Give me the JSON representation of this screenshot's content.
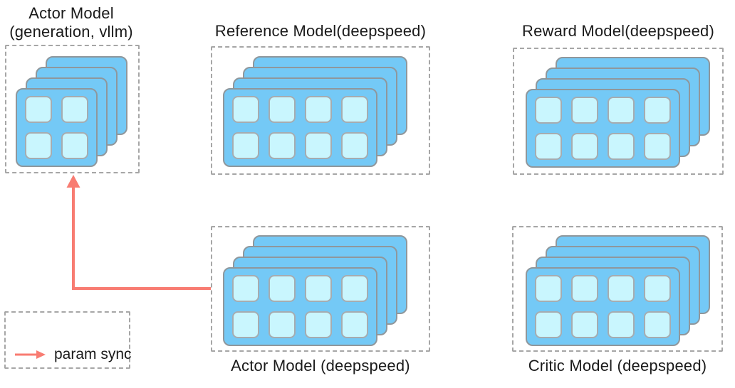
{
  "diagram": {
    "kind": "rlhf-model-placement-diagram",
    "background": "#ffffff"
  },
  "colors": {
    "arrow": "#f87c72",
    "card_fill": "#74c9f6",
    "card_border": "#8f979c",
    "cell_fill": "#c9f6fe",
    "cell_border": "#a6acb0",
    "dashed_border": "#a6a6a6",
    "text": "#1a1a1a"
  },
  "models": {
    "actor_vllm": {
      "title_line1": "Actor Model",
      "title_line2": "(generation, vllm)",
      "rows": 2,
      "cols": 2,
      "layers": 4
    },
    "reference": {
      "title": "Reference Model(deepspeed)",
      "rows": 2,
      "cols": 4,
      "layers": 4
    },
    "reward": {
      "title": "Reward Model(deepspeed)",
      "rows": 2,
      "cols": 4,
      "layers": 4
    },
    "actor_deepspeed": {
      "title": "Actor Model (deepspeed)",
      "rows": 2,
      "cols": 4,
      "layers": 4
    },
    "critic": {
      "title": "Critic Model (deepspeed)",
      "rows": 2,
      "cols": 4,
      "layers": 4
    }
  },
  "arrow": {
    "meaning": "param sync",
    "from": "Actor Model (deepspeed)",
    "to": "Actor Model (generation, vllm)"
  },
  "legend": {
    "label": "param sync"
  }
}
